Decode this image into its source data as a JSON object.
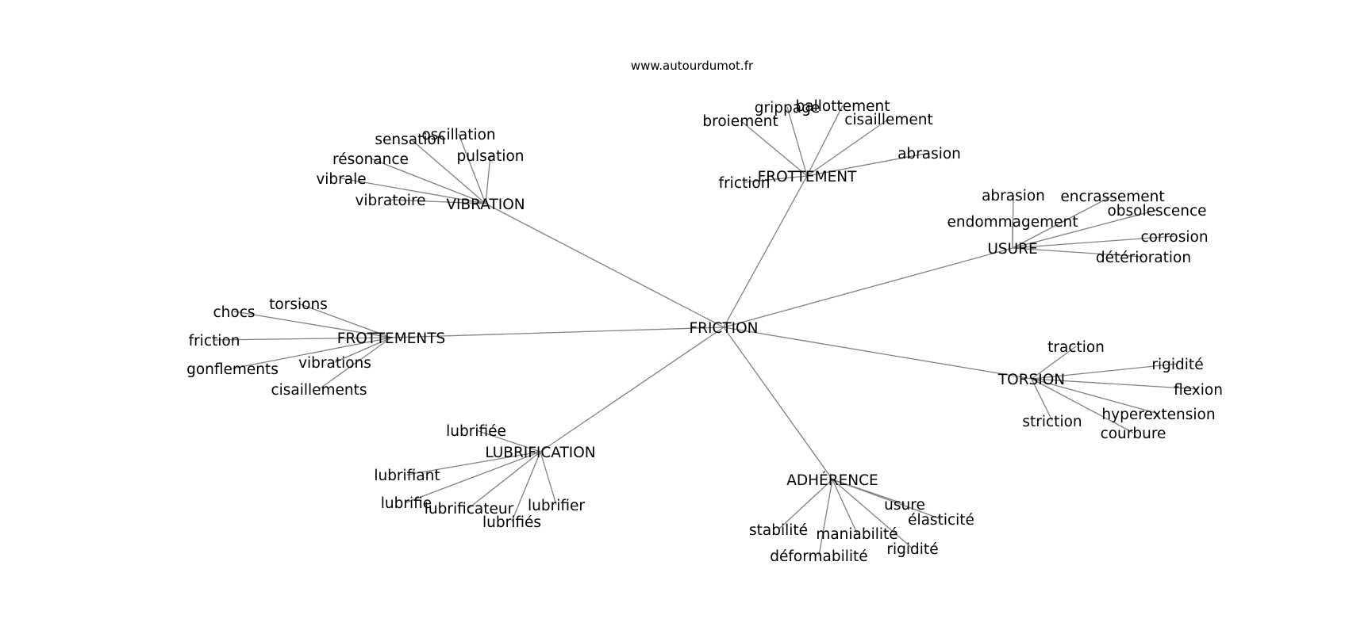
{
  "source": "www.autourdumot.fr",
  "center": "FRICTION",
  "groups": [
    {
      "name": "VIBRATION",
      "leaves": [
        "oscillation",
        "sensation",
        "pulsation",
        "résonance",
        "vibrale",
        "vibratoire"
      ]
    },
    {
      "name": "FROTTEMENT",
      "leaves": [
        "grippage",
        "ballottement",
        "cisaillement",
        "broiement",
        "abrasion",
        "friction"
      ]
    },
    {
      "name": "USURE",
      "leaves": [
        "abrasion",
        "encrassement",
        "endommagement",
        "obsolescence",
        "corrosion",
        "détérioration"
      ]
    },
    {
      "name": "FROTTEMENTS",
      "leaves": [
        "torsions",
        "chocs",
        "friction",
        "gonflements",
        "vibrations",
        "cisaillements"
      ]
    },
    {
      "name": "TORSION",
      "leaves": [
        "traction",
        "rigidité",
        "flexion",
        "hyperextension",
        "striction",
        "courbure"
      ]
    },
    {
      "name": "LUBRIFICATION",
      "leaves": [
        "lubrifiée",
        "lubrifiant",
        "lubrifie",
        "lubrificateur",
        "lubrifier",
        "lubrifiés"
      ]
    },
    {
      "name": "ADHÉRENCE",
      "leaves": [
        "usure",
        "élasticité",
        "stabilité",
        "maniabilité",
        "rigidité",
        "déformabilité"
      ]
    }
  ]
}
